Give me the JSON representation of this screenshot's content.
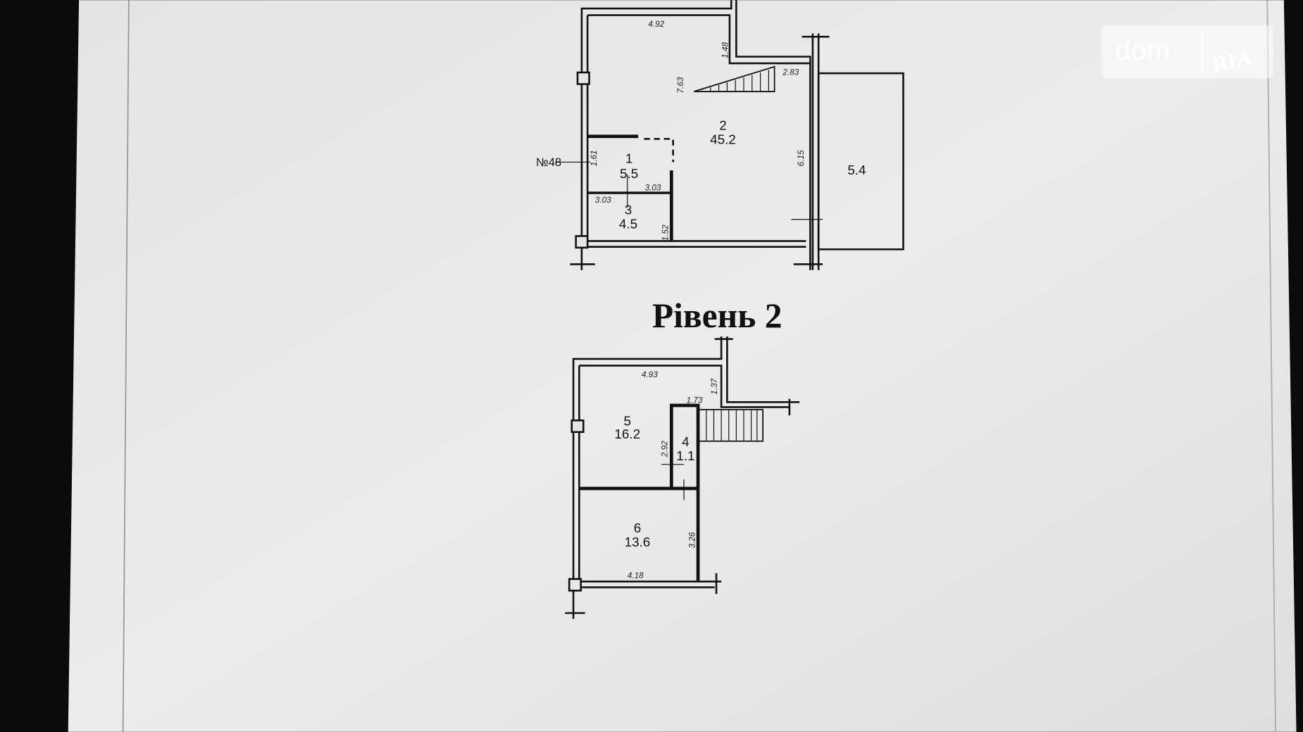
{
  "level1": {
    "apartment_label": "№48",
    "rooms": [
      {
        "number": "1",
        "area": "5.5"
      },
      {
        "number": "2",
        "area": "45.2"
      },
      {
        "number": "3",
        "area": "4.5"
      }
    ],
    "balcony_area": "5.4",
    "dimensions": {
      "top": "4.92",
      "notch": "1.48",
      "stair_height": "7.63",
      "stair_width": "2.83",
      "right": "6.15",
      "left": "1.61",
      "room1_width": "3.03",
      "room3_width": "3.03",
      "room3_height": "1.52"
    }
  },
  "level2": {
    "title": "Рівень 2",
    "rooms": [
      {
        "number": "4",
        "area": "1.1"
      },
      {
        "number": "5",
        "area": "16.2"
      },
      {
        "number": "6",
        "area": "13.6"
      }
    ],
    "dimensions": {
      "top": "4.93",
      "notch": "1.37",
      "step": "1.73",
      "room4_height": "2.92",
      "room6_height": "3.26",
      "bottom": "4.18"
    }
  },
  "watermark": {
    "text": "dom",
    "brand": "RIA"
  }
}
